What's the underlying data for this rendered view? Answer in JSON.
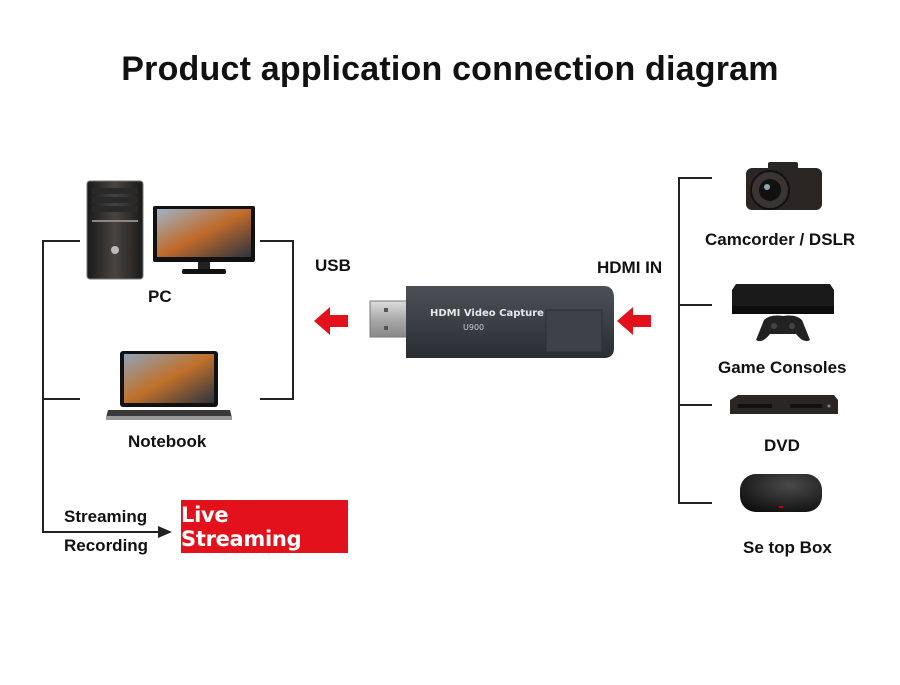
{
  "title": "Product application connection diagram",
  "hosts": {
    "pc_label": "PC",
    "notebook_label": "Notebook"
  },
  "connections": {
    "usb_label": "USB",
    "hdmi_label": "HDMI IN",
    "arrow_color": "#e2111c"
  },
  "device": {
    "name": "HDMI Video Capture",
    "model": "U900"
  },
  "output": {
    "streaming_label": "Streaming",
    "recording_label": "Recording",
    "live_button": "Live Streaming",
    "live_color": "#e2111c"
  },
  "sources": [
    {
      "label": "Camcorder / DSLR",
      "icon": "camera-icon"
    },
    {
      "label": "Game Consoles",
      "icon": "game-console-icon"
    },
    {
      "label": "DVD",
      "icon": "dvd-player-icon"
    },
    {
      "label": "Se top Box",
      "icon": "set-top-box-icon"
    }
  ]
}
